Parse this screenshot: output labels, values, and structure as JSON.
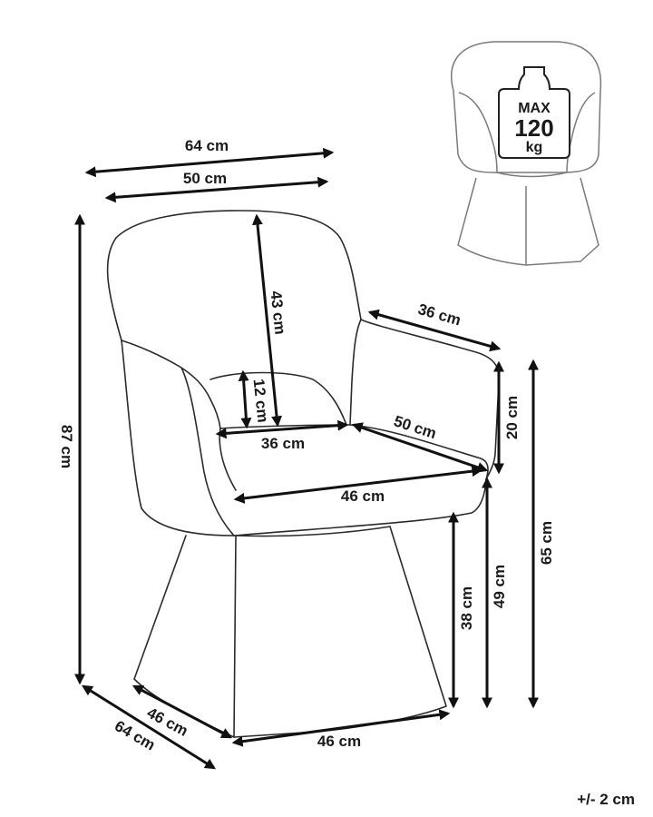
{
  "dimensions": {
    "top_width": "64 cm",
    "seat_width_top": "50 cm",
    "backrest_height": "43 cm",
    "cushion_height": "12 cm",
    "back_inner_width": "36 cm",
    "armrest_depth": "36 cm",
    "armrest_height": "20 cm",
    "seat_depth": "50 cm",
    "seat_front_width": "46 cm",
    "total_height": "87 cm",
    "arm_height_total": "65 cm",
    "seat_height": "49 cm",
    "base_height": "38 cm",
    "base_depth": "46 cm",
    "base_width": "46 cm",
    "total_depth": "64 cm"
  },
  "weight_badge": {
    "label": "MAX",
    "value": "120",
    "unit": "kg"
  },
  "tolerance": "+/- 2 cm"
}
